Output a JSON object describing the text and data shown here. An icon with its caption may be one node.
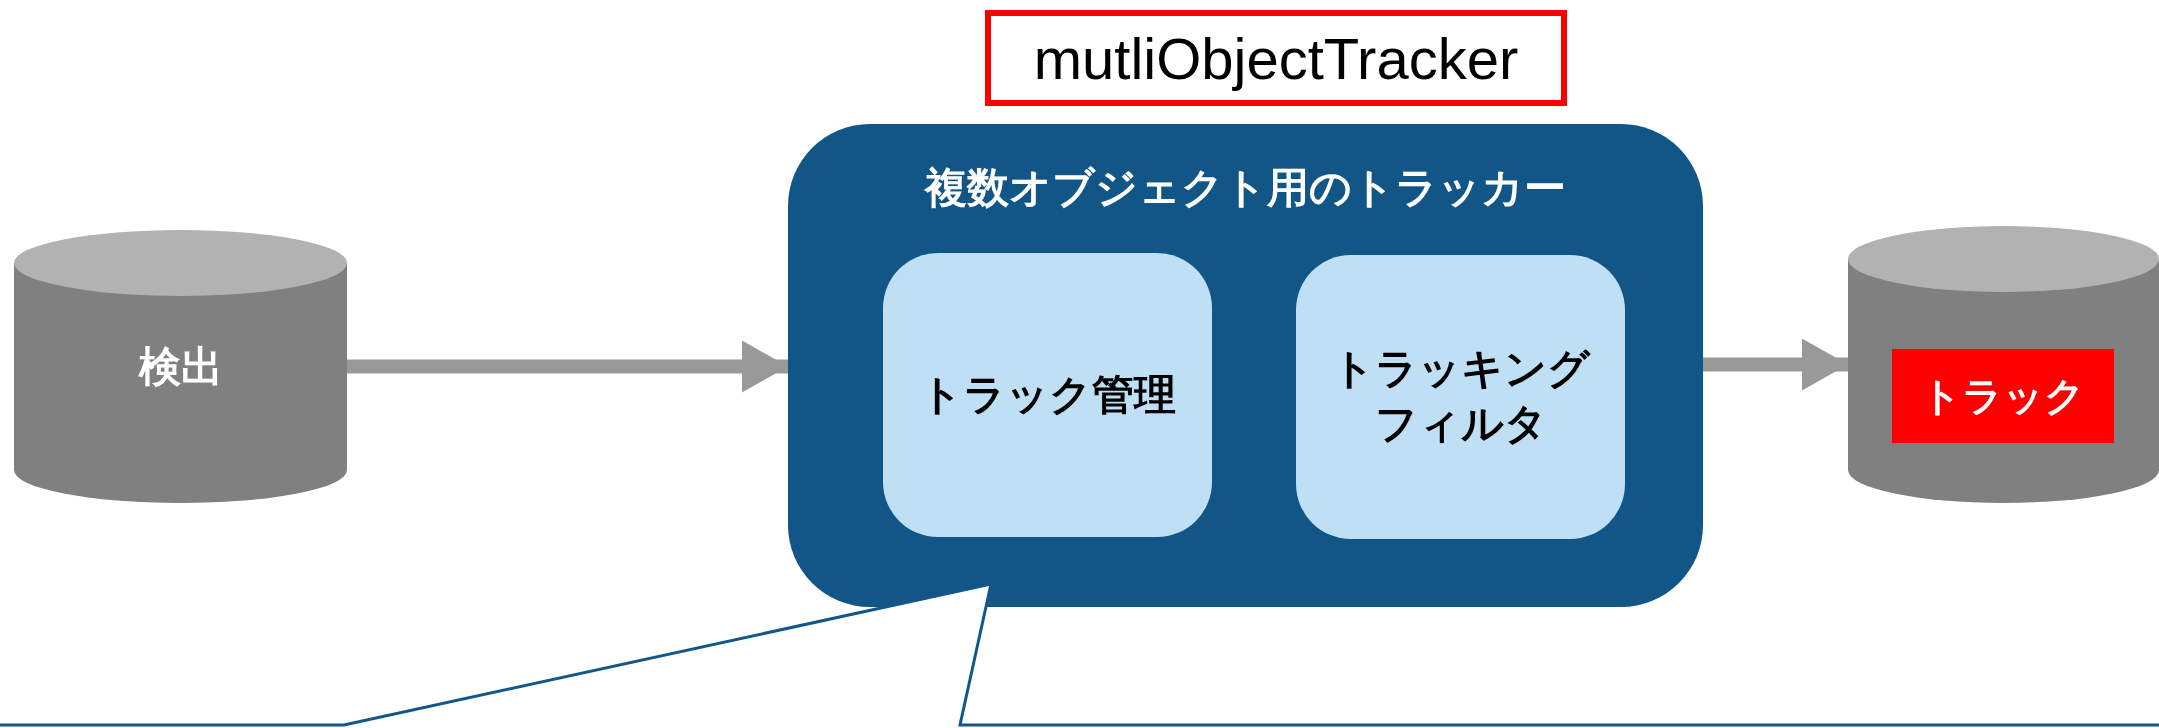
{
  "diagram": {
    "nodes": [
      {
        "text": [
          "mutliObjectTracker"
        ]
      },
      {
        "text": [
          "検出"
        ]
      },
      {
        "text": [
          "複数オブジェクト用のトラッカー"
        ]
      },
      {
        "text": [
          "トラック管理"
        ],
        "in": 2
      },
      {
        "text": [
          "トラッキングフィルタ"
        ],
        "in": 2
      },
      {
        "text": [],
        "shape": "cylinder"
      },
      {
        "text": [
          "トラック"
        ],
        "in": 5
      },
      {
        "text": [],
        "shape": "callout"
      }
    ],
    "edges": [
      {
        "from": 1,
        "to": 2,
        "arrow": "to"
      },
      {
        "from": 2,
        "to": 5,
        "arrow": "to"
      }
    ]
  }
}
